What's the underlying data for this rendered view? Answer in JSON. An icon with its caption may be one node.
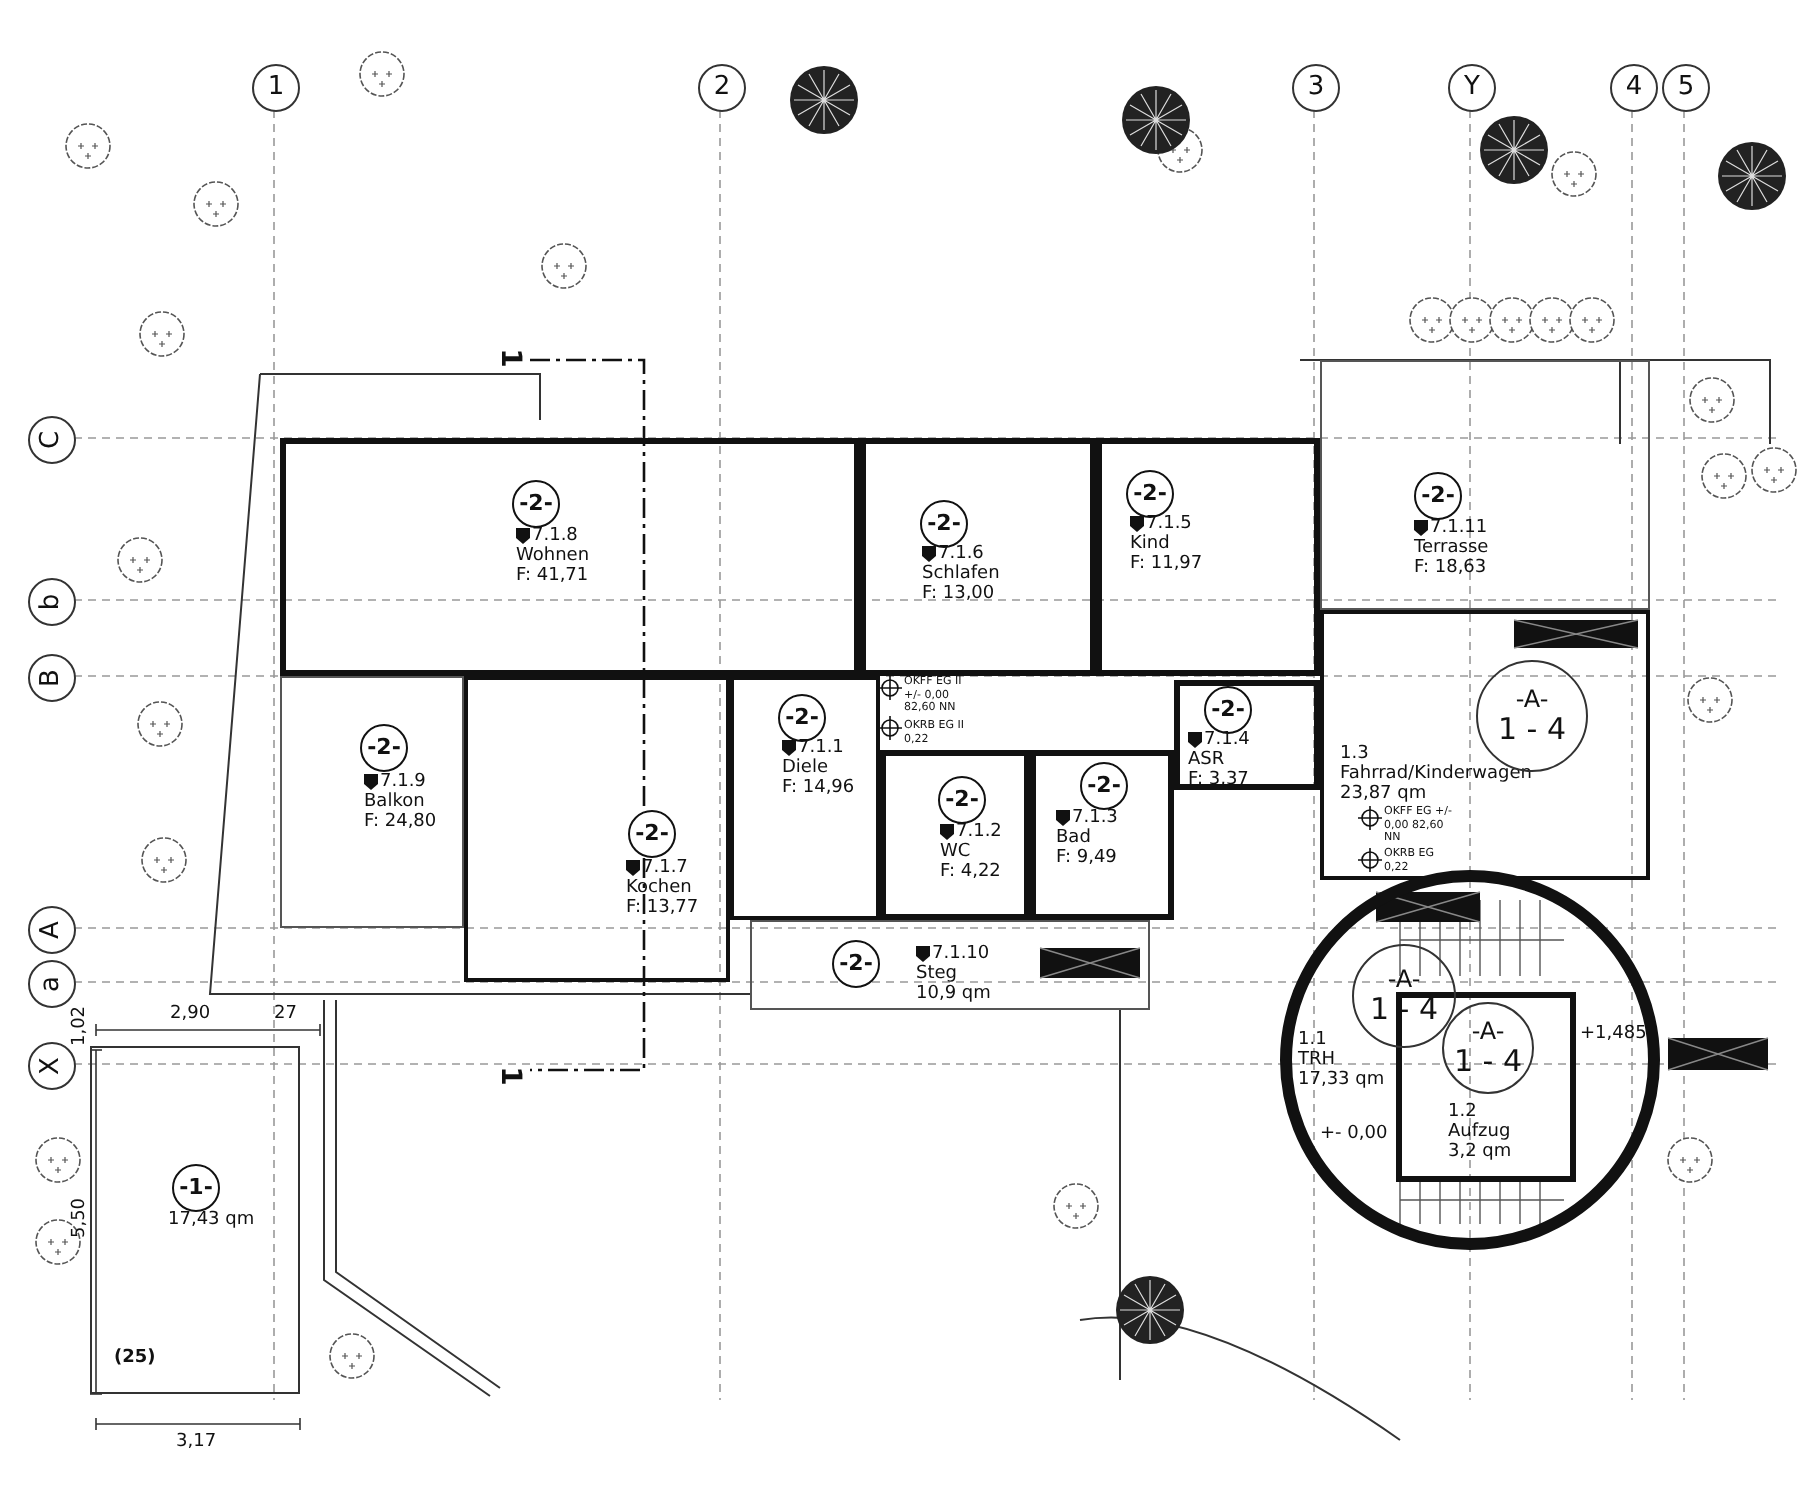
{
  "diagram": {
    "nodes": [
      {
        "text": [
          "-2-",
          "7.1.8",
          "Wohnen",
          "F:  41,71"
        ]
      },
      {
        "text": [
          "-2-",
          "7.1.6",
          "Schlafen",
          "F:  13,00"
        ]
      },
      {
        "text": [
          "-2-",
          "7.1.5",
          "Kind",
          "F:  11,97"
        ]
      },
      {
        "text": [
          "-2-",
          "7.1.11",
          "Terrasse",
          "F:  18,63"
        ]
      },
      {
        "text": [
          "-2-",
          "7.1.9",
          "Balkon",
          "F:  24,80"
        ]
      },
      {
        "text": [
          "-2-",
          "7.1.7",
          "Kochen",
          "F:  13,77"
        ]
      },
      {
        "text": [
          "-2-",
          "7.1.1",
          "Diele",
          "F:  14,96"
        ]
      },
      {
        "text": [
          "-2-",
          "7.1.2",
          "WC",
          "F:  4,22"
        ]
      },
      {
        "text": [
          "-2-",
          "7.1.3",
          "Bad",
          "F:  9,49"
        ]
      },
      {
        "text": [
          "-2-",
          "7.1.4",
          "ASR",
          "F:  3,37"
        ]
      },
      {
        "text": [
          "-2-",
          "7.1.10",
          "Steg",
          "10,9 qm"
        ]
      },
      {
        "text": [
          "1.3",
          "Fahrrad/Kinderwagen",
          "23,87 qm"
        ]
      },
      {
        "text": [
          "1.1",
          "TRH",
          "17,33 qm"
        ]
      },
      {
        "text": [
          "1.2",
          "Aufzug",
          "3,2 qm"
        ],
        "in": 12
      },
      {
        "text": [
          "-1-",
          "17,43 qm"
        ]
      },
      {
        "text": [
          "-A-",
          "1 - 4"
        ],
        "in": 11
      },
      {
        "text": [
          "-A-",
          "1 - 4"
        ],
        "in": 12
      },
      {
        "text": [
          "-A-",
          "1 - 4"
        ],
        "in": 13
      }
    ],
    "labels": [
      "1",
      "2",
      "3",
      "Y",
      "4",
      "5",
      "C",
      "b",
      "B",
      "A",
      "a",
      "X",
      "1",
      "1",
      "1,02",
      "2,90",
      "27",
      "5,50",
      "(25)",
      "3,17",
      "OKFF EG II +/- 0,00 82,60 NN",
      "OKRB EG II 0,22",
      "OKFF EG +/- 0,00 82,60 NN",
      "OKRB EG 0,22",
      "+1,485",
      "+- 0,00"
    ]
  }
}
